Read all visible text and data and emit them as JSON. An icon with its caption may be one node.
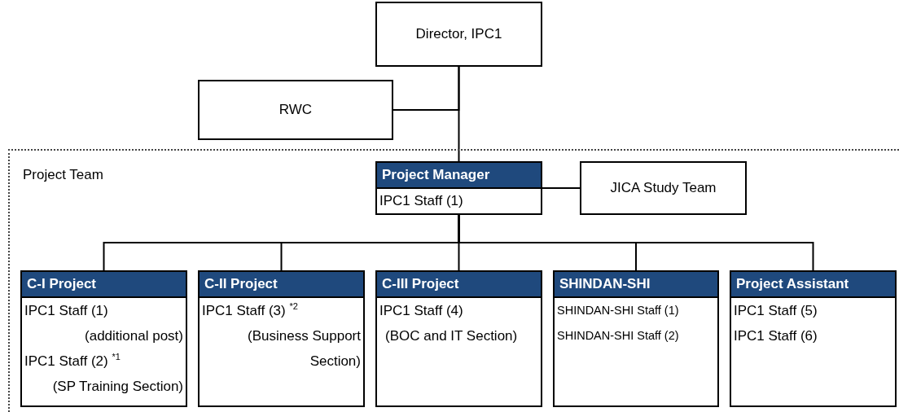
{
  "diagram": {
    "nodes": [
      {
        "text": [
          "Director, IPC1"
        ]
      },
      {
        "text": [
          "RWC"
        ]
      },
      {
        "text": [
          "Project Team"
        ]
      },
      {
        "text": [
          "Project Manager",
          "IPC1 Staff (1)"
        ],
        "in": 2
      },
      {
        "text": [
          "JICA Study Team"
        ],
        "in": 2
      },
      {
        "text": [
          "C-I Project",
          "IPC1 Staff (1)",
          "(additional post)",
          "IPC1 Staff (2) $^{*1}$",
          "(SP Training Section)"
        ],
        "in": 2
      },
      {
        "text": [
          "C-II Project",
          "IPC1 Staff (3) $^{*2}$",
          "(Business Support Section)"
        ],
        "in": 2
      },
      {
        "text": [
          "C-III Project",
          "IPC1 Staff (4)",
          "(BOC and IT Section)"
        ],
        "in": 2
      },
      {
        "text": [
          "SHINDAN-SHI",
          "SHINDAN-SHI Staff (1)",
          "SHINDAN-SHI Staff (2)"
        ],
        "in": 2
      },
      {
        "text": [
          "Project Assistant",
          "IPC1 Staff (5)",
          "IPC1 Staff (6)"
        ],
        "in": 2
      }
    ],
    "edges": [
      {
        "from": 0,
        "to": 3,
        "arrow": "none"
      },
      {
        "from": 1,
        "to": 0,
        "arrow": "none"
      },
      {
        "from": 3,
        "to": 4,
        "arrow": "none"
      },
      {
        "from": 3,
        "to": 5,
        "arrow": "none"
      },
      {
        "from": 3,
        "to": 6,
        "arrow": "none"
      },
      {
        "from": 3,
        "to": 7,
        "arrow": "none"
      },
      {
        "from": 3,
        "to": 8,
        "arrow": "none"
      },
      {
        "from": 3,
        "to": 9,
        "arrow": "none"
      }
    ]
  }
}
